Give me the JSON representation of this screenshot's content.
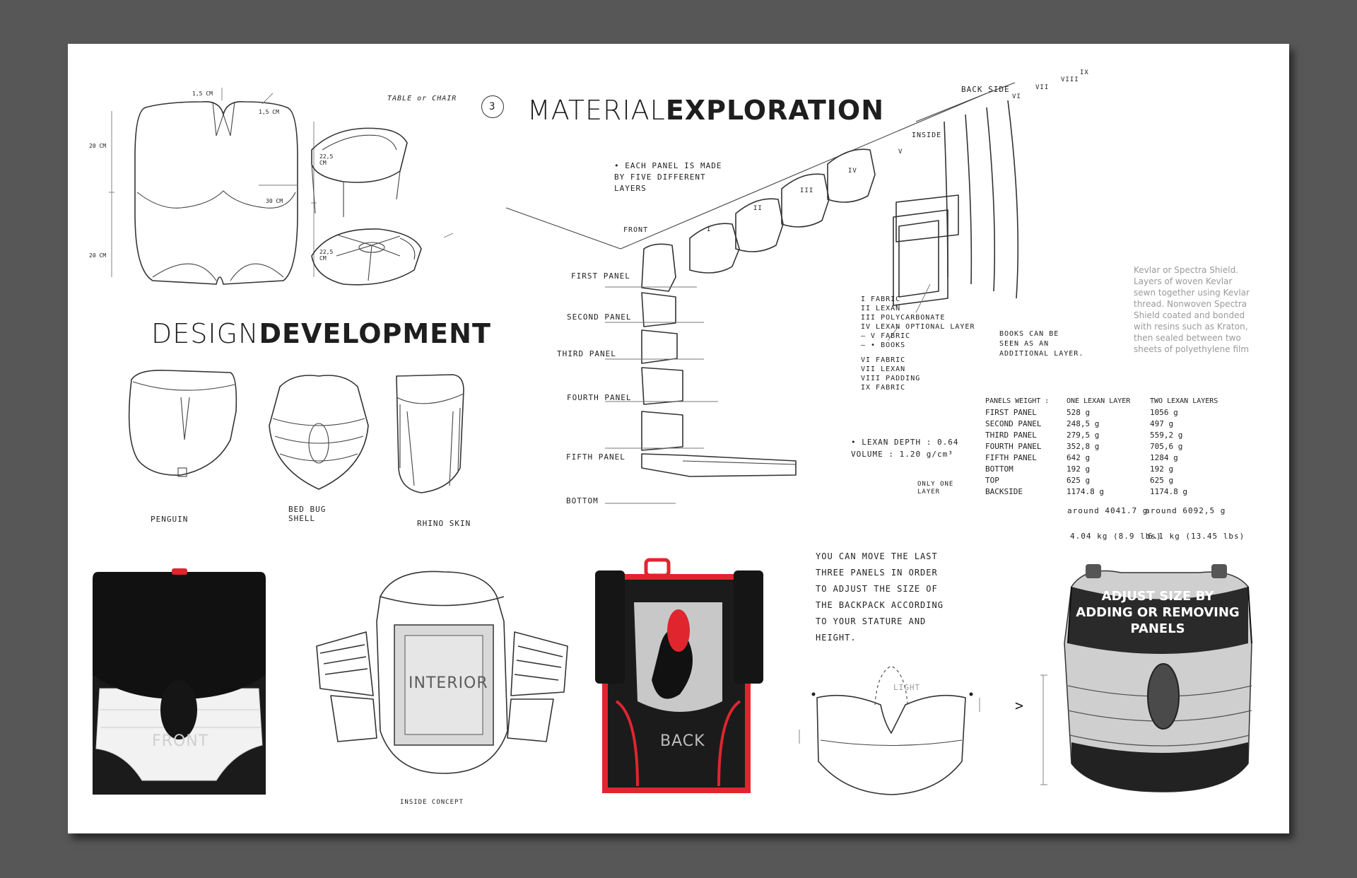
{
  "headings": {
    "material": {
      "light": "MATERIAL",
      "bold": "EXPLORATION"
    },
    "design": {
      "light": "DESIGN",
      "bold": "DEVELOPMENT"
    },
    "step_marker": "3"
  },
  "dimensions": {
    "top": "1,5 CM",
    "corner": "1,5 CM",
    "upper_left": "20 CM",
    "lower_left": "20 CM",
    "upper_right": "22,5 CM",
    "lower_right": "22,5 CM",
    "side": "30 CM"
  },
  "table_sketch_label": "TABLE  or  CHAIR",
  "concept_labels": {
    "penguin": "PENGUIN",
    "bedbug": "BED BUG SHELL",
    "rhino": "RHINO SKIN"
  },
  "layers_note": [
    "• EACH PANEL IS MADE",
    "BY FIVE DIFFERENT",
    "LAYERS"
  ],
  "side_labels": {
    "front": "FRONT",
    "inside": "INSIDE",
    "back_side": "BACK SIDE"
  },
  "roman_numerals": [
    "I",
    "II",
    "III",
    "IV",
    "V",
    "VI",
    "VII",
    "VIII",
    "IX"
  ],
  "panel_names": [
    "FIRST PANEL",
    "SECOND PANEL",
    "THIRD PANEL",
    "FOURTH PANEL",
    "FIFTH PANEL",
    "BOTTOM"
  ],
  "layer_list": [
    "I  FABRIC",
    "II  LEXAN",
    "III  POLYCARBONATE",
    "IV  LEXAN  OPTIONAL LAYER",
    "–  V  FABRIC",
    "–  • BOOKS",
    "VI  FABRIC",
    "VII  LEXAN",
    "VIII  PADDING",
    "IX  FABRIC"
  ],
  "books_note": [
    "BOOKS CAN BE",
    "SEEN AS AN",
    "ADDITIONAL LAYER."
  ],
  "kevlar_note": "Kevlar or Spectra Shield. Layers of woven Kevlar sewn together using Kevlar thread. Nonwoven Spectra Shield coated and bonded with resins such as Kraton, then sealed between two sheets of polyethylene film",
  "lexan": {
    "depth": "•  LEXAN  DEPTH : 0.64",
    "volume": "VOLUME  :  1.20 g/cm³",
    "only_one_layer": "ONLY ONE LAYER"
  },
  "weight_table": {
    "headers": [
      "PANELS WEIGHT :",
      "ONE LEXAN LAYER",
      "TWO LEXAN LAYERS"
    ],
    "rows": [
      [
        "FIRST PANEL",
        "528 g",
        "1056 g"
      ],
      [
        "SECOND PANEL",
        "248,5 g",
        "497 g"
      ],
      [
        "THIRD PANEL",
        "279,5 g",
        "559,2 g"
      ],
      [
        "FOURTH PANEL",
        "352,8 g",
        "705,6 g"
      ],
      [
        "FIFTH PANEL",
        "642 g",
        "1284 g"
      ],
      [
        "BOTTOM",
        "192 g",
        "192 g"
      ],
      [
        "TOP",
        "625 g",
        "625 g"
      ],
      [
        "BACKSIDE",
        "1174.8 g",
        "1174.8 g"
      ]
    ],
    "total_one": "around  4041.7 g",
    "total_two": "around  6092,5 g",
    "kg_one": "4.04 kg  (8.9 lbs)",
    "kg_two": "6.1 kg  (13.45 lbs)"
  },
  "adjust_note": [
    "YOU CAN MOVE THE LAST",
    "THREE PANELS IN ORDER",
    "TO ADJUST THE SIZE OF",
    "THE BACKPACK ACCORDING",
    "TO YOUR STATURE AND",
    "HEIGHT."
  ],
  "light_label": "LIGHT",
  "arrow_glyph": ">",
  "photo_labels": {
    "front": "FRONT",
    "interior": "INTERIOR",
    "back": "BACK",
    "inside_concept": "INSIDE CONCEPT"
  },
  "adjust_size_callout": "ADJUST SIZE BY ADDING OR REMOVING PANELS",
  "colors": {
    "page_bg": "#575757",
    "sheet": "#ffffff",
    "accent_red": "#e0252f",
    "dark": "#1b1b1b"
  }
}
